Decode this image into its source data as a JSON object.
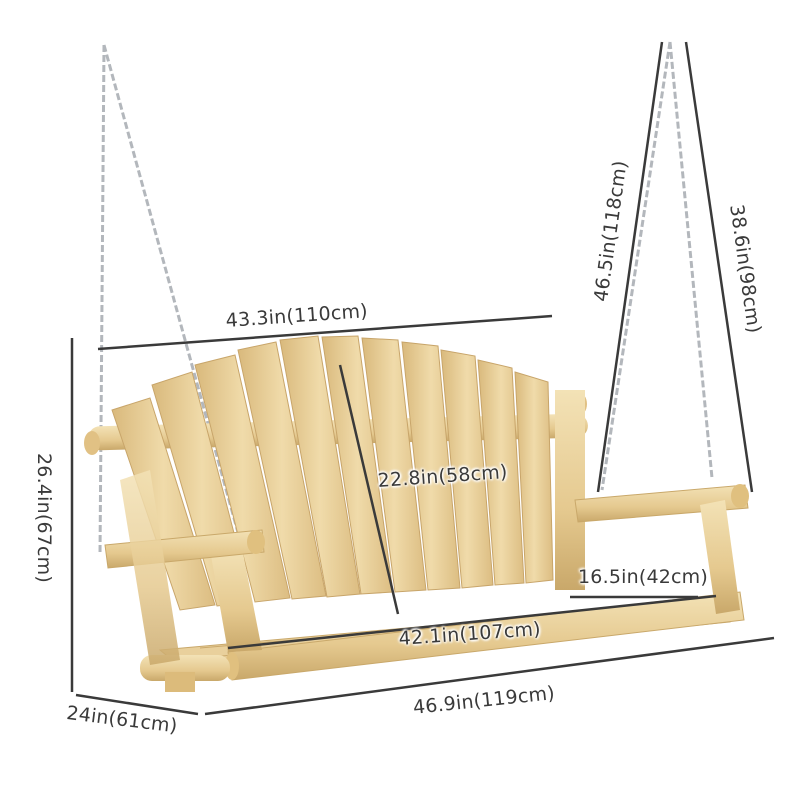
{
  "product": {
    "type": "wooden porch swing with chains",
    "wood_color": "#e8cf98",
    "wood_shadow": "#c9a86a",
    "chain_color": "#b9bcc0"
  },
  "dimensions": {
    "back_width": "43.3in(110cm)",
    "chain_left_length": "46.5in(118cm)",
    "chain_right_length": "38.6in(98cm)",
    "total_height": "26.4in(67cm)",
    "back_height": "22.8in(58cm)",
    "seat_depth": "16.5in(42cm)",
    "seat_width": "42.1in(107cm)",
    "overall_depth": "24in(61cm)",
    "overall_width": "46.9in(119cm)"
  },
  "colors": {
    "dimension_line": "#3a3a3a",
    "background": "#ffffff"
  }
}
